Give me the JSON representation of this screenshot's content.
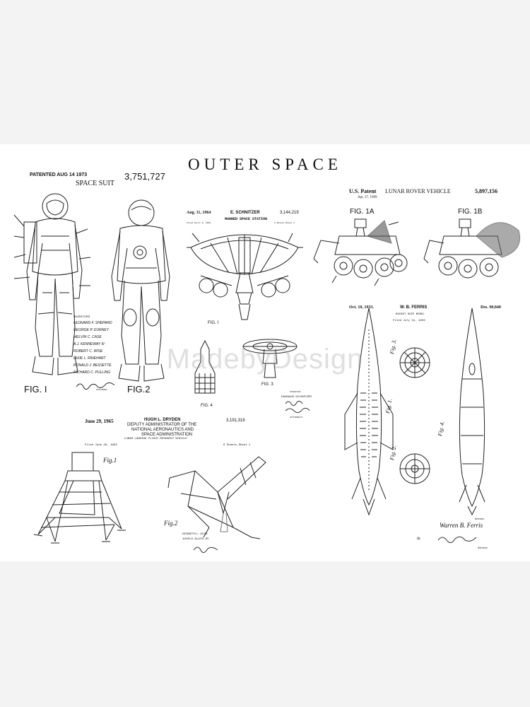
{
  "poster": {
    "title": "OUTER SPACE",
    "watermark": "MadebyDesign"
  },
  "suit": {
    "patented": "PATENTED AUG 14 1973",
    "title": "SPACE SUIT",
    "number": "3,751,727",
    "inventors_label": "INVENTORS",
    "inventors": [
      "LEONARD F. SHEPARD",
      "GEORGE P. DURNEY",
      "MELVIN C. CASE",
      "A.J. KENNEWAY III",
      "ROBERT C. WISE",
      "DIXIE L. RINEHART",
      "RONALD J. BESSETTE",
      "RICHARD C. PULLING"
    ],
    "fig1": "FIG. I",
    "fig2": "FIG.2",
    "attorney": "ATTORNEY"
  },
  "station": {
    "date": "Aug. 11, 1964",
    "inventor": "E. SCHNITZER",
    "number": "3,144,219",
    "title": "MANNED SPACE STATION",
    "filed": "Filed April 5, 1961",
    "sheets": "2 Sheets-Sheet 1",
    "fig1": "FIG. I",
    "fig3": "FIG. 3",
    "fig4": "FIG. 4",
    "inventor_label": "INVENTOR",
    "inventor_name": "EMANUEL SCHNITZER",
    "attorneys": "ATTORNEYS"
  },
  "lunar": {
    "date": "June 29, 1965",
    "inventor": "HUGH L. DRYDEN",
    "line2": "DEPUTY ADMINISTRATOR OF THE",
    "line3": "NATIONAL AERONAUTICS AND",
    "line4": "SPACE ADMINISTRATION",
    "line5": "LUNAR LANDING FLIGHT RESEARCH VEHICLE",
    "number": "3,191,316",
    "filed": "Filed June 26, 1963",
    "sheets": "6 Sheets-Sheet 1",
    "fig1": "Fig.1",
    "fig2": "Fig.2",
    "inventors": [
      "KENNETH L. LEHN",
      "JOHN G. ALLEN, JR."
    ]
  },
  "rover": {
    "patent": "U.S. Patent",
    "date": "Apr. 27, 1999",
    "title": "LUNAR ROVER VEHICLE",
    "number": "5,897,156",
    "fig1a": "FIG. 1A",
    "fig1b": "FIG. 1B"
  },
  "rocket": {
    "date": "Oct. 10, 1933.",
    "inventor": "W. B. FERRIS",
    "number": "Des. 90,840",
    "title": "ROCKET SHIP MODEL",
    "filed": "Filed July 31, 1933",
    "fig1": "Fig. 1.",
    "fig2": "Fig. 2.",
    "fig3": "Fig. 3.",
    "fig4": "Fig. 4.",
    "inventor_label": "Inventor",
    "signature": "Warren B. Ferris",
    "by": "By",
    "attorney": "Attorney"
  }
}
